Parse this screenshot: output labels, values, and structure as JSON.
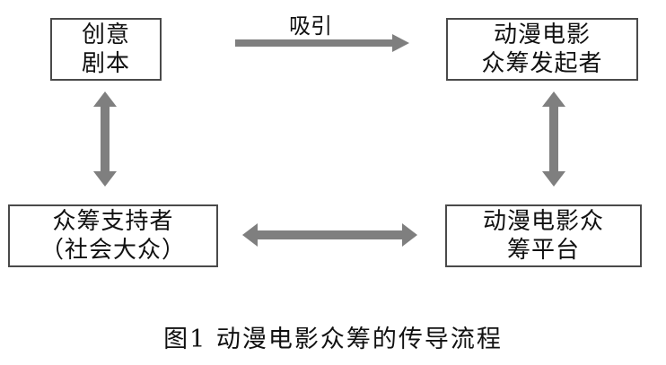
{
  "nodes": {
    "creative_script": {
      "line1": "创意",
      "line2": "剧本"
    },
    "crowdfunding_launcher": {
      "line1": "动漫电影",
      "line2": "众筹发起者"
    },
    "crowdfunding_backers": {
      "line1": "众筹支持者",
      "line2": "（社会大众）"
    },
    "crowdfunding_platform": {
      "line1": "动漫电影众",
      "line2": "筹平台"
    }
  },
  "edges": {
    "attract_label": "吸引"
  },
  "caption": "图1  动漫电影众筹的传导流程",
  "colors": {
    "arrow": "#7f7f7f",
    "border": "#4a4a4a",
    "text": "#111111"
  }
}
